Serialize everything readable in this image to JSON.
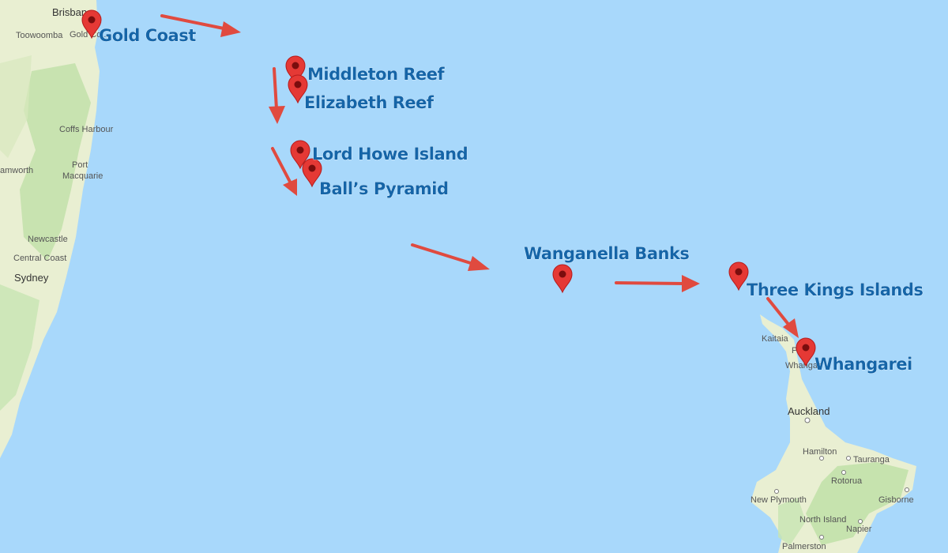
{
  "colors": {
    "ocean": "#a8d8fb",
    "land": "#e9efd2",
    "forest": "#bfe0a8",
    "arrow": "#e04a3f",
    "pin": "#e53935",
    "label": "#1565a8"
  },
  "destinations": [
    {
      "name": "Gold Coast"
    },
    {
      "name": "Middleton Reef"
    },
    {
      "name": "Elizabeth Reef"
    },
    {
      "name": "Lord Howe Island"
    },
    {
      "name": "Ball’s Pyramid"
    },
    {
      "name": "Wanganella Banks"
    },
    {
      "name": "Three Kings Islands"
    },
    {
      "name": "Whangarei"
    }
  ],
  "base_places": {
    "brisbane": "Brisbane",
    "toowoomba": "Toowoomba",
    "gold_coast_small": "Gold Co...",
    "coffs_harbour": "Coffs Harbour",
    "tamworth": "amworth",
    "port_macquarie_1": "Port",
    "port_macquarie_2": "Macquarie",
    "newcastle": "Newcastle",
    "central_coast": "Central Coast",
    "sydney": "Sydney",
    "kaitaia": "Kaitaia",
    "paihia": "Pa",
    "whangarei_small": "Whangar",
    "auckland": "Auckland",
    "hamilton": "Hamilton",
    "tauranga": "Tauranga",
    "rotorua": "Rotorua",
    "new_plymouth": "New Plymouth",
    "gisborne": "Gisborne",
    "north_island": "North Island",
    "napier": "Napier",
    "palmerston": "Palmerston"
  },
  "icons": {
    "pin": "map-pin-icon",
    "arrow": "route-arrow-icon"
  }
}
